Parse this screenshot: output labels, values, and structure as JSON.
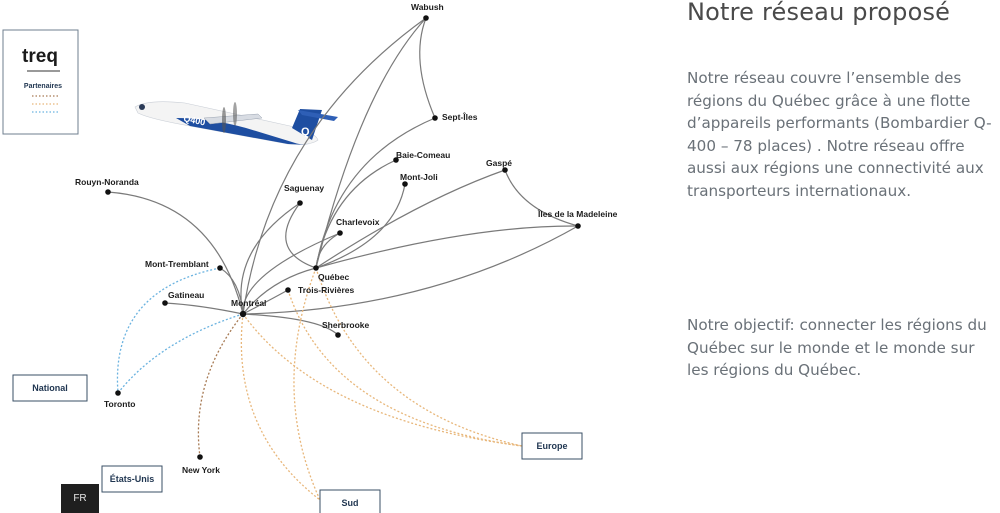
{
  "heading": "Notre réseau proposé",
  "paragraphs": [
    "Notre réseau couvre l’ensemble des régions du Québec grâce à une flotte d’appareils performants (Bombardier Q-400 – 78 places) . Notre réseau offre aussi aux régions une connectivité aux transporteurs internationaux.",
    "Notre objectif: connecter les régions du Québec sur le monde et le monde sur les régions du Québec."
  ],
  "legend": {
    "logo": "treq",
    "title": "Partenaires"
  },
  "aircraft": {
    "model": "Q400",
    "brand_letter": "Q"
  },
  "map": {
    "cities": {
      "wabush": "Wabush",
      "sept_iles": "Sept-Îles",
      "baie_comeau": "Baie-Comeau",
      "mont_joli": "Mont-Joli",
      "gaspe": "Gaspé",
      "iles_madeleine": "Îles de la Madeleine",
      "saguenay": "Saguenay",
      "charlevoix": "Charlevoix",
      "rouyn_noranda": "Rouyn-Noranda",
      "mont_tremblant": "Mont-Tremblant",
      "quebec": "Québec",
      "trois_rivieres": "Trois-Rivières",
      "gatineau": "Gatineau",
      "montreal": "Montréal",
      "sherbrooke": "Sherbrooke",
      "toronto": "Toronto",
      "new_york": "New York"
    },
    "regions": {
      "national": "National",
      "etats_unis": "États-Unis",
      "europe": "Europe",
      "sud": "Sud"
    },
    "route_colors": {
      "domestic": "#7a7a7a",
      "national": "#6bb3e0",
      "etats_unis": "#a77a54",
      "international": "#e8b77b"
    }
  },
  "language_button": "FR"
}
